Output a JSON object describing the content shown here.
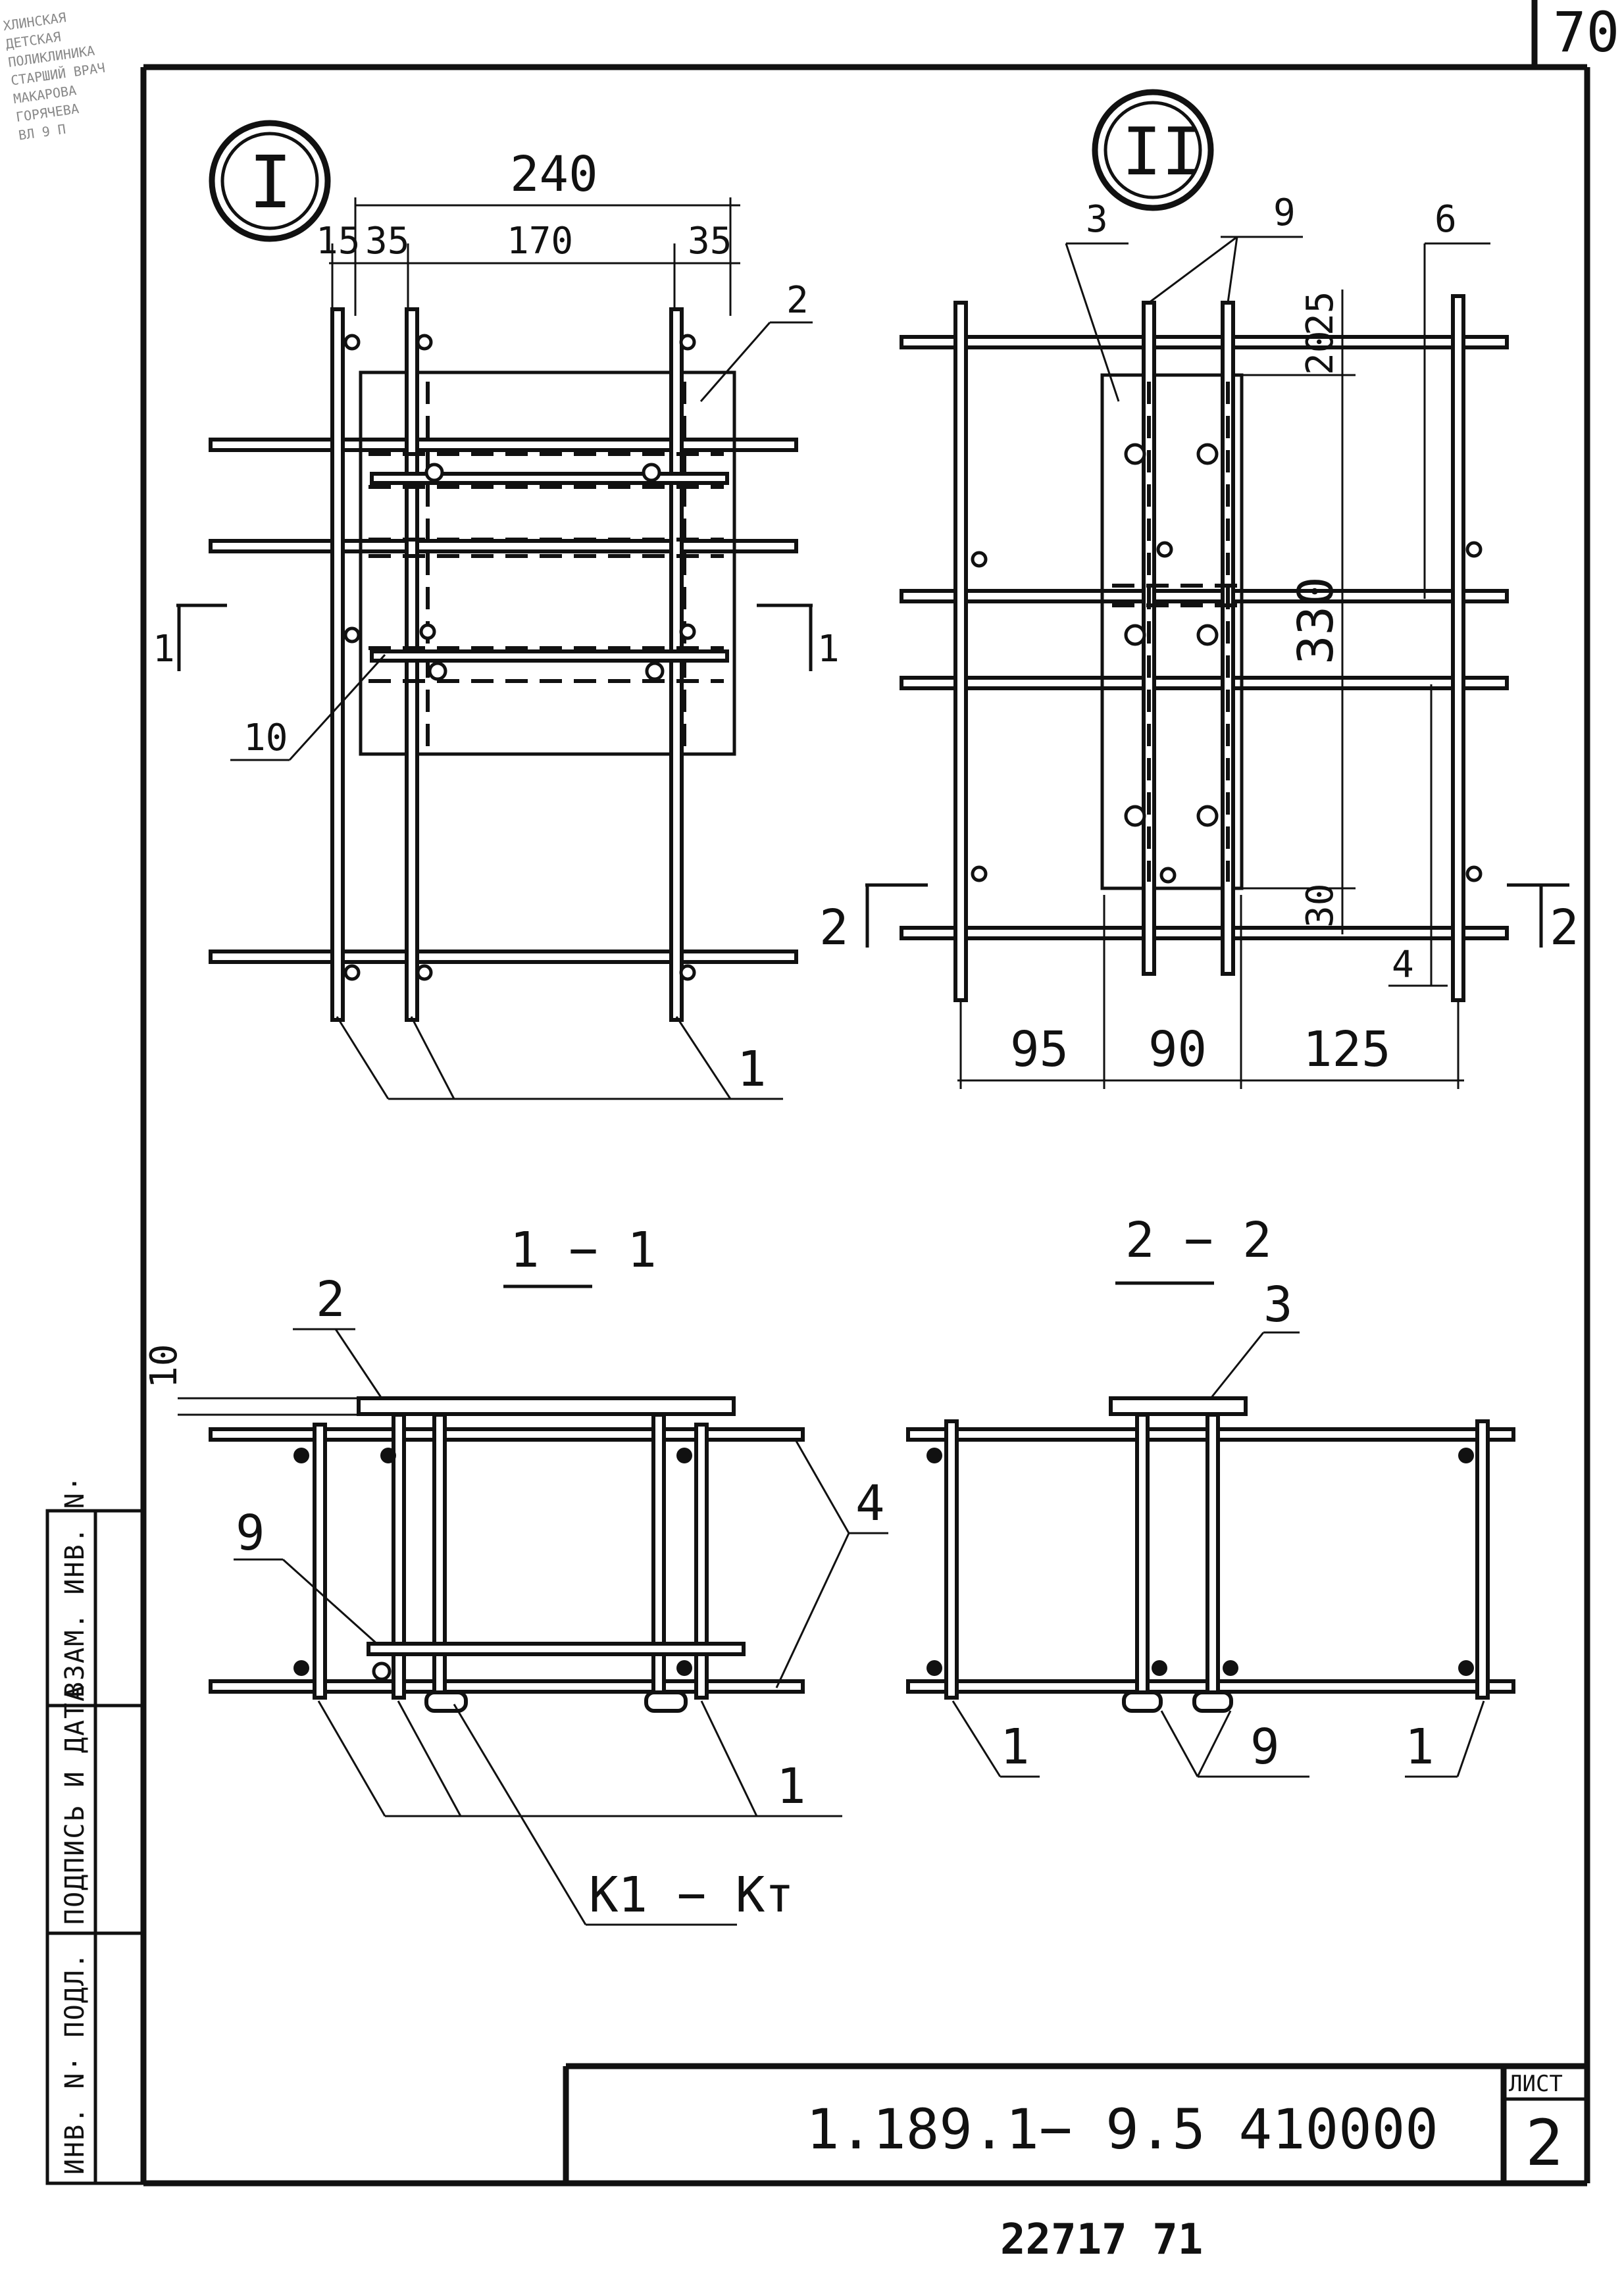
{
  "page_number_top": "70",
  "detail_I": {
    "marker": "I",
    "dims": {
      "overall": "240",
      "d15": "15",
      "d35a": "35",
      "d170": "170",
      "d35b": "35"
    },
    "callouts": {
      "plate": "2",
      "insert": "10",
      "bars": "1"
    },
    "section_left": "1",
    "section_right": "1"
  },
  "detail_II": {
    "marker": "II",
    "callouts": {
      "plate": "3",
      "pins": "9",
      "bar6": "6",
      "bar4": "4"
    },
    "dims": {
      "d25": "25",
      "d20": "20",
      "d330": "330",
      "d30": "30",
      "d95": "95",
      "d90": "90",
      "d125": "125"
    },
    "section_left": "2",
    "section_right": "2"
  },
  "section_1_1": {
    "title": "1 − 1",
    "dims": {
      "d10": "10"
    },
    "callouts": {
      "plate": "2",
      "bars4": "4",
      "pin9": "9",
      "bars1": "1",
      "anchor": "К1 − Кт"
    }
  },
  "section_2_2": {
    "title": "2 − 2",
    "callouts": {
      "plate": "3",
      "pins": "9",
      "left1": "1",
      "right1": "1"
    }
  },
  "side_stamp": {
    "inv_orig": "ИНВ. N· ПОДЛ.",
    "sign_date": "ПОДПИСЬ И ДАТА",
    "vzam": "ВЗАМ. ИНВ. N·"
  },
  "title_block": {
    "code": "1.189.1− 9.5  410000",
    "sheet_label": "ЛИСТ",
    "sheet_number": "2"
  },
  "bottom_number": "22717   71"
}
